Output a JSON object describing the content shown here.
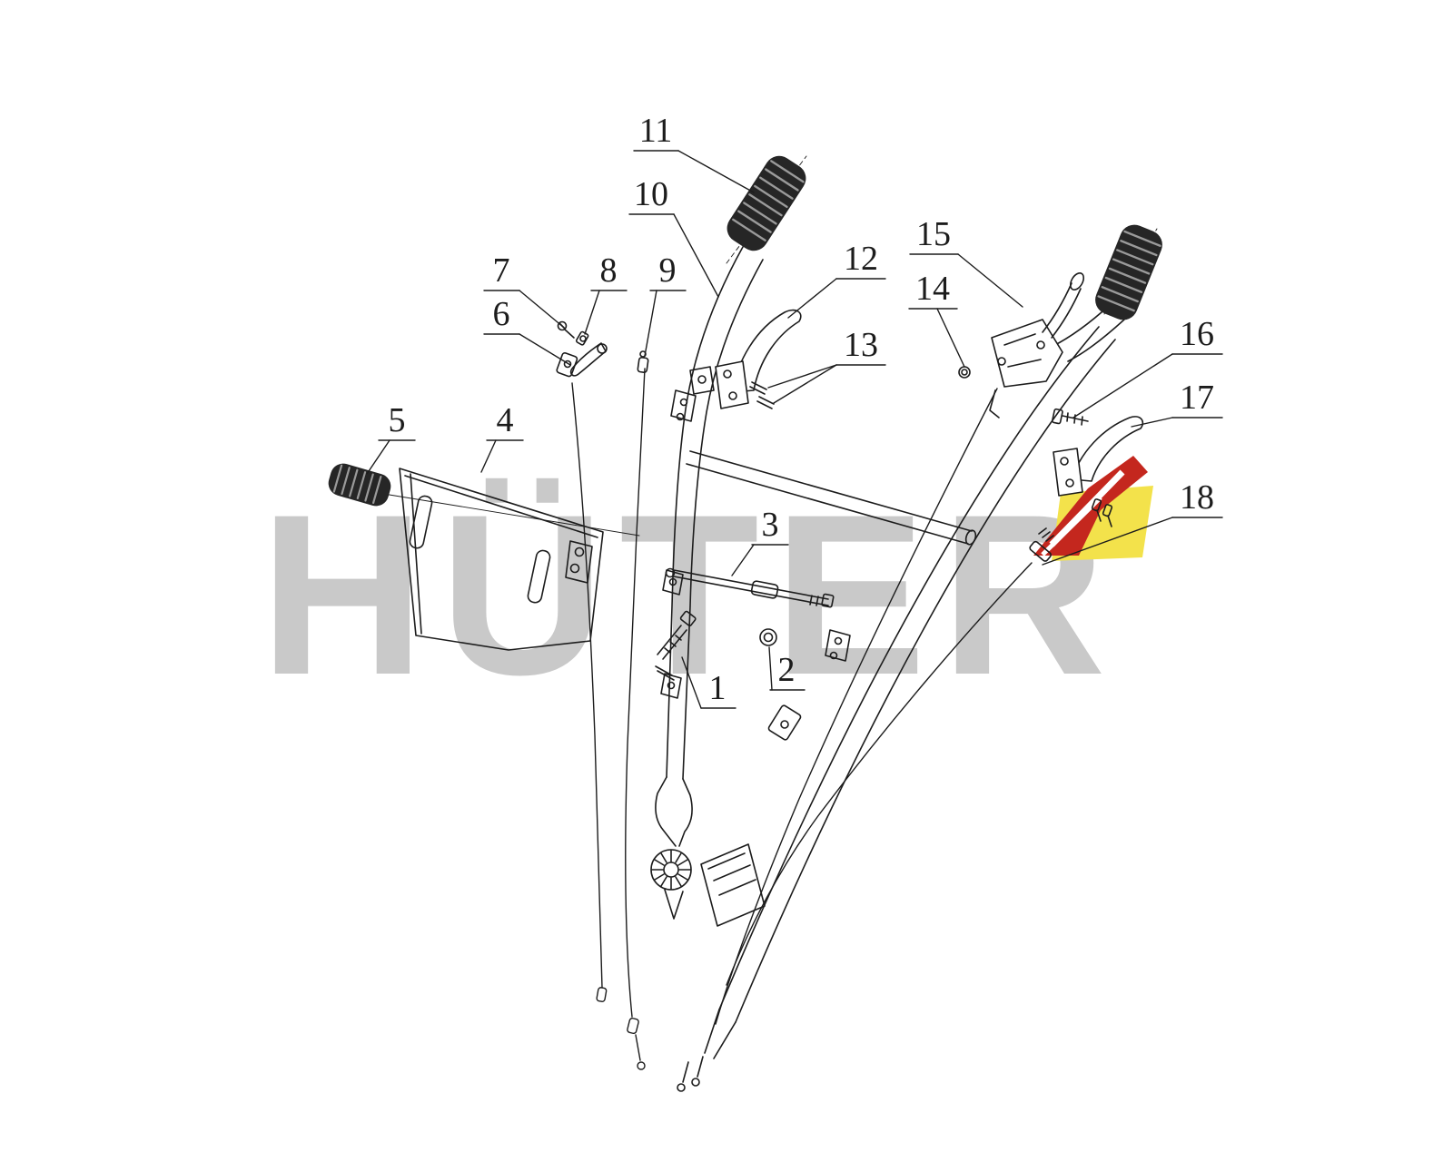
{
  "page": {
    "background_color": "#ffffff"
  },
  "watermark": {
    "text": "HÜTER",
    "color": "#c9c9c9"
  },
  "logo": {
    "yellow": "#f3e24b",
    "red": "#c4271e",
    "white": "#ffffff"
  },
  "diagram": {
    "line_color": "#1c1c1c",
    "grip_fill": "#262626",
    "grip_rib": "#9a9a9a",
    "callouts": [
      {
        "label": "1"
      },
      {
        "label": "2"
      },
      {
        "label": "3"
      },
      {
        "label": "4"
      },
      {
        "label": "5"
      },
      {
        "label": "6"
      },
      {
        "label": "7"
      },
      {
        "label": "8"
      },
      {
        "label": "9"
      },
      {
        "label": "10"
      },
      {
        "label": "11"
      },
      {
        "label": "12"
      },
      {
        "label": "13"
      },
      {
        "label": "14"
      },
      {
        "label": "15"
      },
      {
        "label": "16"
      },
      {
        "label": "17"
      },
      {
        "label": "18"
      }
    ]
  }
}
